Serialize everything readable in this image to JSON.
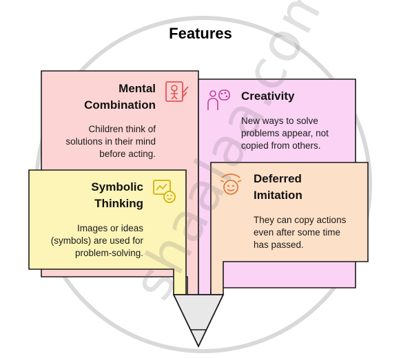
{
  "title": "Features",
  "watermark": "shaalaa.com",
  "cards": {
    "mental": {
      "title_line1": "Mental",
      "title_line2": "Combination",
      "text_line1": "Children think of",
      "text_line2": "solutions in their mind",
      "text_line3": "before acting.",
      "color": "#fdd4d4",
      "icon": "mind-puzzle-icon"
    },
    "creativity": {
      "title": "Creativity",
      "text_line1": "New ways to solve",
      "text_line2": "problems appear, not",
      "text_line3": "copied from others.",
      "color": "#fbd3f5",
      "icon": "artist-palette-icon"
    },
    "symbolic": {
      "title_line1": "Symbolic",
      "title_line2": "Thinking",
      "text_line1": "Images or ideas",
      "text_line2": "(symbols) are used for",
      "text_line3": "problem-solving.",
      "color": "#fdf4b8",
      "icon": "symbol-board-icon"
    },
    "deferred": {
      "title_line1": "Deferred",
      "title_line2": "Imitation",
      "text_line1": "They can copy actions",
      "text_line2": "even after some time",
      "text_line3": "has passed.",
      "color": "#fde0c8",
      "icon": "mirror-face-icon"
    }
  }
}
